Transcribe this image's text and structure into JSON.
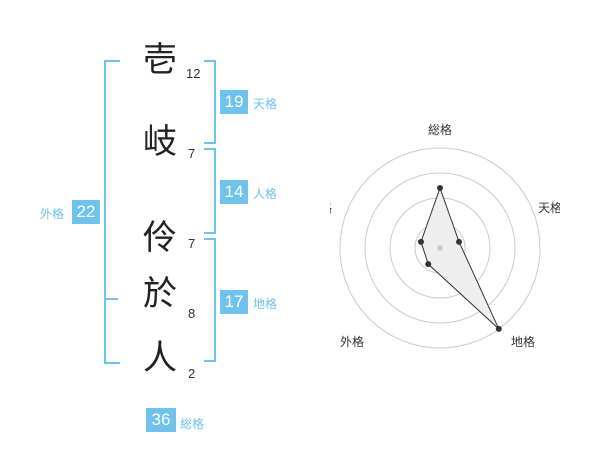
{
  "chars": [
    {
      "char": "壱",
      "strokes": "12"
    },
    {
      "char": "岐",
      "strokes": "7"
    },
    {
      "char": "伶",
      "strokes": "7"
    },
    {
      "char": "於",
      "strokes": "8"
    },
    {
      "char": "人",
      "strokes": "2"
    }
  ],
  "kaku": {
    "tenkaku": {
      "value": "19",
      "label": "天格"
    },
    "jinkaku": {
      "value": "14",
      "label": "人格"
    },
    "chikaku": {
      "value": "17",
      "label": "地格"
    },
    "gaikaku": {
      "value": "22",
      "label": "外格"
    },
    "soukaku": {
      "value": "36",
      "label": "総格"
    }
  },
  "colors": {
    "accent": "#6ec2ec",
    "text": "#222222"
  },
  "chart_data": {
    "type": "radar",
    "axes": [
      "総格",
      "天格",
      "地格",
      "外格",
      "人格"
    ],
    "values": [
      3,
      1,
      5,
      1,
      1
    ],
    "rmax": 5,
    "rings": 4
  }
}
